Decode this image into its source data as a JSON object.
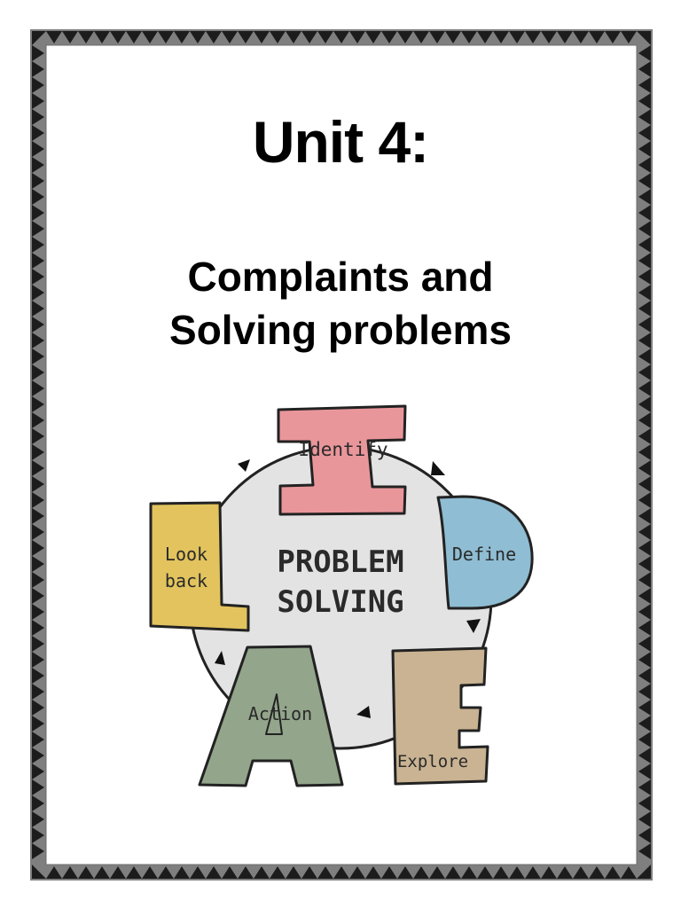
{
  "title": "Unit 4:",
  "subtitle": {
    "line1": "Complaints and",
    "line2": "Solving problems"
  },
  "diagram": {
    "center": {
      "line1": "PROBLEM",
      "line2": "SOLVING"
    },
    "steps": {
      "identify": {
        "label": "Identify",
        "color": "#e9969b"
      },
      "define": {
        "label": "Define",
        "color": "#8fbdd3"
      },
      "explore": {
        "label": "Explore",
        "color": "#c9b392"
      },
      "action": {
        "label": "Action",
        "color": "#93a58b"
      },
      "look_back": {
        "line1": "Look",
        "line2": "back",
        "color": "#e2c35e"
      }
    },
    "circle_color": "#e3e3e3"
  },
  "border": {
    "outer_color": "#7f7f7f",
    "inner_color": "#1c1c1c"
  }
}
